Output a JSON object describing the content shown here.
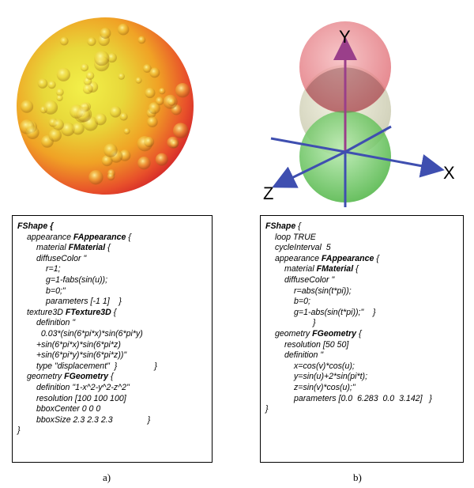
{
  "panel_a": {
    "caption": "a)",
    "code_lines": [
      {
        "indent": 0,
        "text": "",
        "bold": "FShape {",
        "after": ""
      },
      {
        "indent": 1,
        "text": "appearance ",
        "bold": "FAppearance",
        "after": " {"
      },
      {
        "indent": 2,
        "text": "material ",
        "bold": "FMaterial",
        "after": " {"
      },
      {
        "indent": 2,
        "text": "diffuseColor \"",
        "bold": "",
        "after": ""
      },
      {
        "indent": 3,
        "text": "r=1;",
        "bold": "",
        "after": ""
      },
      {
        "indent": 3,
        "text": "g=1-fabs(sin(u));",
        "bold": "",
        "after": ""
      },
      {
        "indent": 3,
        "text": "b=0;\"",
        "bold": "",
        "after": ""
      },
      {
        "indent": 3,
        "text": "parameters [-1 1]    }",
        "bold": "",
        "after": ""
      },
      {
        "indent": 1,
        "text": "texture3D ",
        "bold": "FTexture3D",
        "after": " {"
      },
      {
        "indent": 2,
        "text": "definition \"",
        "bold": "",
        "after": ""
      },
      {
        "indent": 2,
        "text": "  0.03*(sin(6*pi*x)*sin(6*pi*y)",
        "bold": "",
        "after": ""
      },
      {
        "indent": 2,
        "text": "+sin(6*pi*x)*sin(6*pi*z)",
        "bold": "",
        "after": ""
      },
      {
        "indent": 2,
        "text": "+sin(6*pi*y)*sin(6*pi*z))\"",
        "bold": "",
        "after": ""
      },
      {
        "indent": 2,
        "text": "type \"displacement\"  }                }",
        "bold": "",
        "after": ""
      },
      {
        "indent": 1,
        "text": "geometry ",
        "bold": "FGeometry",
        "after": " {"
      },
      {
        "indent": 2,
        "text": "definition \"1-x^2-y^2-z^2\"",
        "bold": "",
        "after": ""
      },
      {
        "indent": 2,
        "text": "resolution [100 100 100]",
        "bold": "",
        "after": ""
      },
      {
        "indent": 2,
        "text": "bboxCenter 0 0 0",
        "bold": "",
        "after": ""
      },
      {
        "indent": 2,
        "text": "bboxSize 2.3 2.3 2.3               }",
        "bold": "",
        "after": ""
      },
      {
        "indent": 0,
        "text": "}",
        "bold": "",
        "after": ""
      }
    ]
  },
  "panel_b": {
    "caption": "b)",
    "axis_labels": {
      "x": "X",
      "y": "Y",
      "z": "Z"
    },
    "code_lines": [
      {
        "indent": 0,
        "text": "",
        "bold": "FShape",
        "after": " {"
      },
      {
        "indent": 1,
        "text": "loop TRUE",
        "bold": "",
        "after": ""
      },
      {
        "indent": 1,
        "text": "cycleInterval  5",
        "bold": "",
        "after": ""
      },
      {
        "indent": 1,
        "text": "appearance ",
        "bold": "FAppearance",
        "after": " {"
      },
      {
        "indent": 2,
        "text": "material ",
        "bold": "FMaterial",
        "after": " {"
      },
      {
        "indent": 2,
        "text": "diffuseColor \"",
        "bold": "",
        "after": ""
      },
      {
        "indent": 3,
        "text": "r=abs(sin(t*pi));",
        "bold": "",
        "after": ""
      },
      {
        "indent": 3,
        "text": "b=0;",
        "bold": "",
        "after": ""
      },
      {
        "indent": 3,
        "text": "g=1-abs(sin(t*pi));\"    }",
        "bold": "",
        "after": ""
      },
      {
        "indent": 5,
        "text": "}",
        "bold": "",
        "after": ""
      },
      {
        "indent": 1,
        "text": "geometry ",
        "bold": "FGeometry",
        "after": " {"
      },
      {
        "indent": 2,
        "text": "resolution [50 50]",
        "bold": "",
        "after": ""
      },
      {
        "indent": 2,
        "text": "definition \"",
        "bold": "",
        "after": ""
      },
      {
        "indent": 3,
        "text": "x=cos(v)*cos(u);",
        "bold": "",
        "after": ""
      },
      {
        "indent": 3,
        "text": "y=sin(u)+2*sin(pi*t);",
        "bold": "",
        "after": ""
      },
      {
        "indent": 3,
        "text": "z=sin(v)*cos(u);\"",
        "bold": "",
        "after": ""
      },
      {
        "indent": 3,
        "text": "parameters [0.0  6.283  0.0  3.142]   }",
        "bold": "",
        "after": ""
      },
      {
        "indent": 0,
        "text": "}",
        "bold": "",
        "after": ""
      }
    ]
  },
  "colors": {
    "sphere_red": "#e8333a",
    "sphere_orange": "#f08a1c",
    "sphere_yellow": "#e6e23a",
    "axis_blue": "#3f4fb0",
    "axis_purple": "#9a3f8a",
    "green_sphere": "#58c04a",
    "pink_sphere": "#e8868c"
  }
}
